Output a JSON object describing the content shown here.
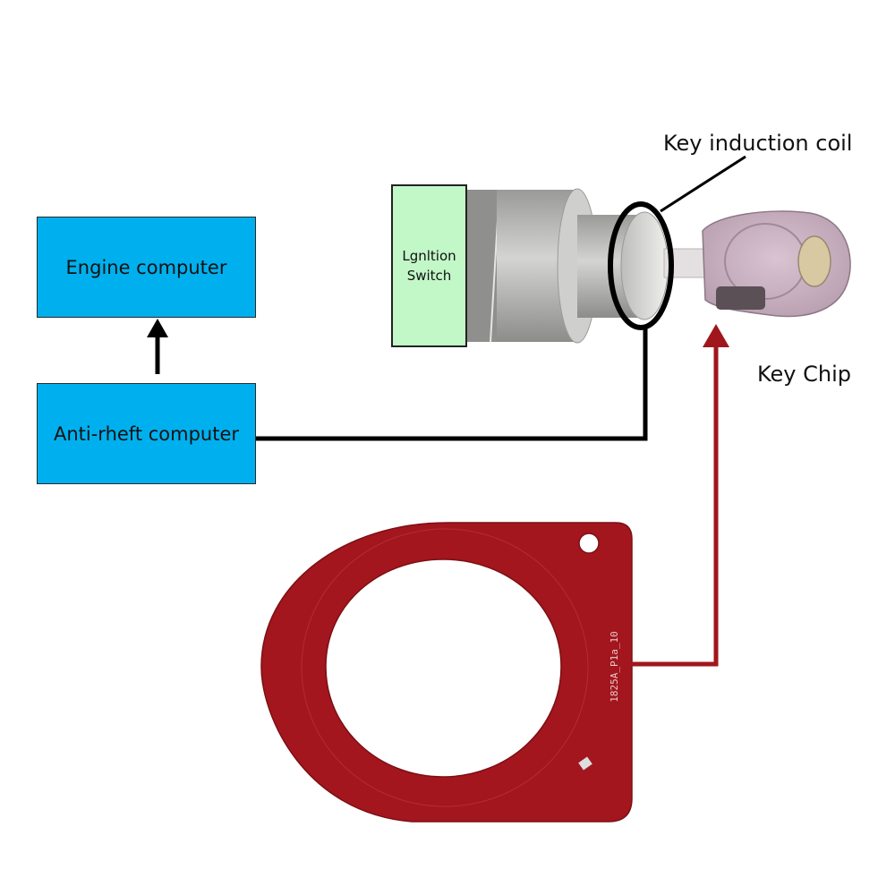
{
  "boxes": {
    "engine": "Engine computer",
    "antitheft": "Anti-rheft computer",
    "ignition_line1": "Lgnltion",
    "ignition_line2": "Switch"
  },
  "labels": {
    "coil": "Key induction coil",
    "chip": "Key Chip"
  },
  "pcb_text": "1825A_P1a_10",
  "colors": {
    "box_blue": "#00b0ee",
    "switch_green": "#c2f7c8",
    "pcb_red": "#a3161e",
    "arrow_red": "#a0161c",
    "wire_black": "#000000"
  }
}
